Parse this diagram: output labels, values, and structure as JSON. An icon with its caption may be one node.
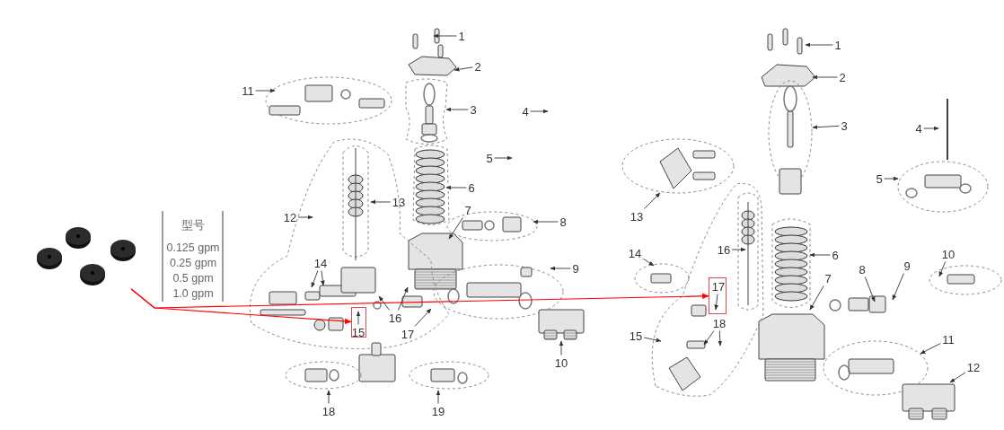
{
  "diagram": {
    "nodes": [
      {
        "text": [],
        "shape": "picture"
      },
      {
        "text": [
          "1"
        ]
      },
      {
        "text": [
          "2"
        ]
      },
      {
        "text": [
          "3"
        ]
      },
      {
        "text": [
          "4"
        ]
      },
      {
        "text": [
          "5"
        ]
      },
      {
        "text": [
          "6"
        ]
      },
      {
        "text": [
          "7"
        ]
      },
      {
        "text": [
          "8"
        ]
      },
      {
        "text": [
          "9"
        ]
      },
      {
        "text": [
          "10"
        ]
      },
      {
        "text": [
          "11"
        ]
      },
      {
        "text": [
          "12"
        ]
      },
      {
        "text": [
          "13"
        ]
      },
      {
        "text": [
          "14"
        ]
      },
      {
        "text": [],
        "shape": "box"
      },
      {
        "text": [
          "15"
        ],
        "in": 15
      },
      {
        "text": [
          "16"
        ]
      },
      {
        "text": [
          "17"
        ]
      },
      {
        "text": [
          "18"
        ]
      },
      {
        "text": [
          "19"
        ]
      },
      {
        "text": [
          "1"
        ]
      },
      {
        "text": [
          "2"
        ]
      },
      {
        "text": [
          "3"
        ]
      },
      {
        "text": [
          "4"
        ]
      },
      {
        "text": [
          "5"
        ]
      },
      {
        "text": [
          "6"
        ]
      },
      {
        "text": [
          "7"
        ]
      },
      {
        "text": [
          "8"
        ]
      },
      {
        "text": [
          "9"
        ]
      },
      {
        "text": [
          "10"
        ]
      },
      {
        "text": [
          "11"
        ]
      },
      {
        "text": [
          "12"
        ]
      },
      {
        "text": [
          "13"
        ]
      },
      {
        "text": [
          "14"
        ]
      },
      {
        "text": [
          "15"
        ]
      },
      {
        "text": [
          "16"
        ]
      },
      {
        "text": [],
        "shape": "box"
      },
      {
        "text": [
          "17"
        ],
        "in": 37
      },
      {
        "text": [
          "18"
        ]
      }
    ],
    "edges": [
      {
        "from": 0,
        "to": 15,
        "arrow": "to",
        "color": "#ff0000"
      },
      {
        "from": 0,
        "to": 37,
        "arrow": "to",
        "color": "#ff0000"
      },
      {
        "from": 1,
        "to": null,
        "arrow": "to"
      },
      {
        "from": 2,
        "to": null,
        "arrow": "to"
      },
      {
        "from": 3,
        "to": null,
        "arrow": "to"
      },
      {
        "from": 4,
        "to": null,
        "arrow": "to"
      },
      {
        "from": 5,
        "to": null,
        "arrow": "to"
      },
      {
        "from": 6,
        "to": null,
        "arrow": "to"
      },
      {
        "from": 7,
        "to": null,
        "arrow": "to"
      },
      {
        "from": 8,
        "to": null,
        "arrow": "to"
      },
      {
        "from": 9,
        "to": null,
        "arrow": "to"
      },
      {
        "from": 10,
        "to": null,
        "arrow": "to"
      },
      {
        "from": 11,
        "to": null,
        "arrow": "to"
      },
      {
        "from": 12,
        "to": null,
        "arrow": "to"
      },
      {
        "from": 13,
        "to": null,
        "arrow": "to"
      },
      {
        "from": 14,
        "to": null,
        "arrow": "to"
      },
      {
        "from": 14,
        "to": null,
        "arrow": "to"
      },
      {
        "from": 16,
        "to": null,
        "arrow": "to"
      },
      {
        "from": 17,
        "to": null,
        "arrow": "to"
      },
      {
        "from": 17,
        "to": null,
        "arrow": "to"
      },
      {
        "from": 18,
        "to": null,
        "arrow": "to"
      },
      {
        "from": 19,
        "to": null,
        "arrow": "to"
      },
      {
        "from": 20,
        "to": null,
        "arrow": "to"
      },
      {
        "from": 21,
        "to": null,
        "arrow": "to"
      },
      {
        "from": 22,
        "to": null,
        "arrow": "to"
      },
      {
        "from": 23,
        "to": null,
        "arrow": "to"
      },
      {
        "from": 24,
        "to": null,
        "arrow": "to"
      },
      {
        "from": 25,
        "to": null,
        "arrow": "to"
      },
      {
        "from": 26,
        "to": null,
        "arrow": "to"
      },
      {
        "from": 27,
        "to": null,
        "arrow": "to"
      },
      {
        "from": 28,
        "to": null,
        "arrow": "to"
      },
      {
        "from": 29,
        "to": null,
        "arrow": "to"
      },
      {
        "from": 30,
        "to": null,
        "arrow": "to"
      },
      {
        "from": 31,
        "to": null,
        "arrow": "to"
      },
      {
        "from": 32,
        "to": null,
        "arrow": "to"
      },
      {
        "from": 33,
        "to": null,
        "arrow": "to"
      },
      {
        "from": 34,
        "to": null,
        "arrow": "to"
      },
      {
        "from": 35,
        "to": null,
        "arrow": "to"
      },
      {
        "from": 36,
        "to": null,
        "arrow": "to"
      },
      {
        "from": 38,
        "to": null,
        "arrow": "to"
      },
      {
        "from": 39,
        "to": null,
        "arrow": "to"
      },
      {
        "from": 39,
        "to": null,
        "arrow": "to"
      }
    ],
    "labels": [
      "型号",
      "0.125 gpm",
      "0.25 gpm",
      "0.5 gpm",
      "1.0 gpm"
    ]
  }
}
